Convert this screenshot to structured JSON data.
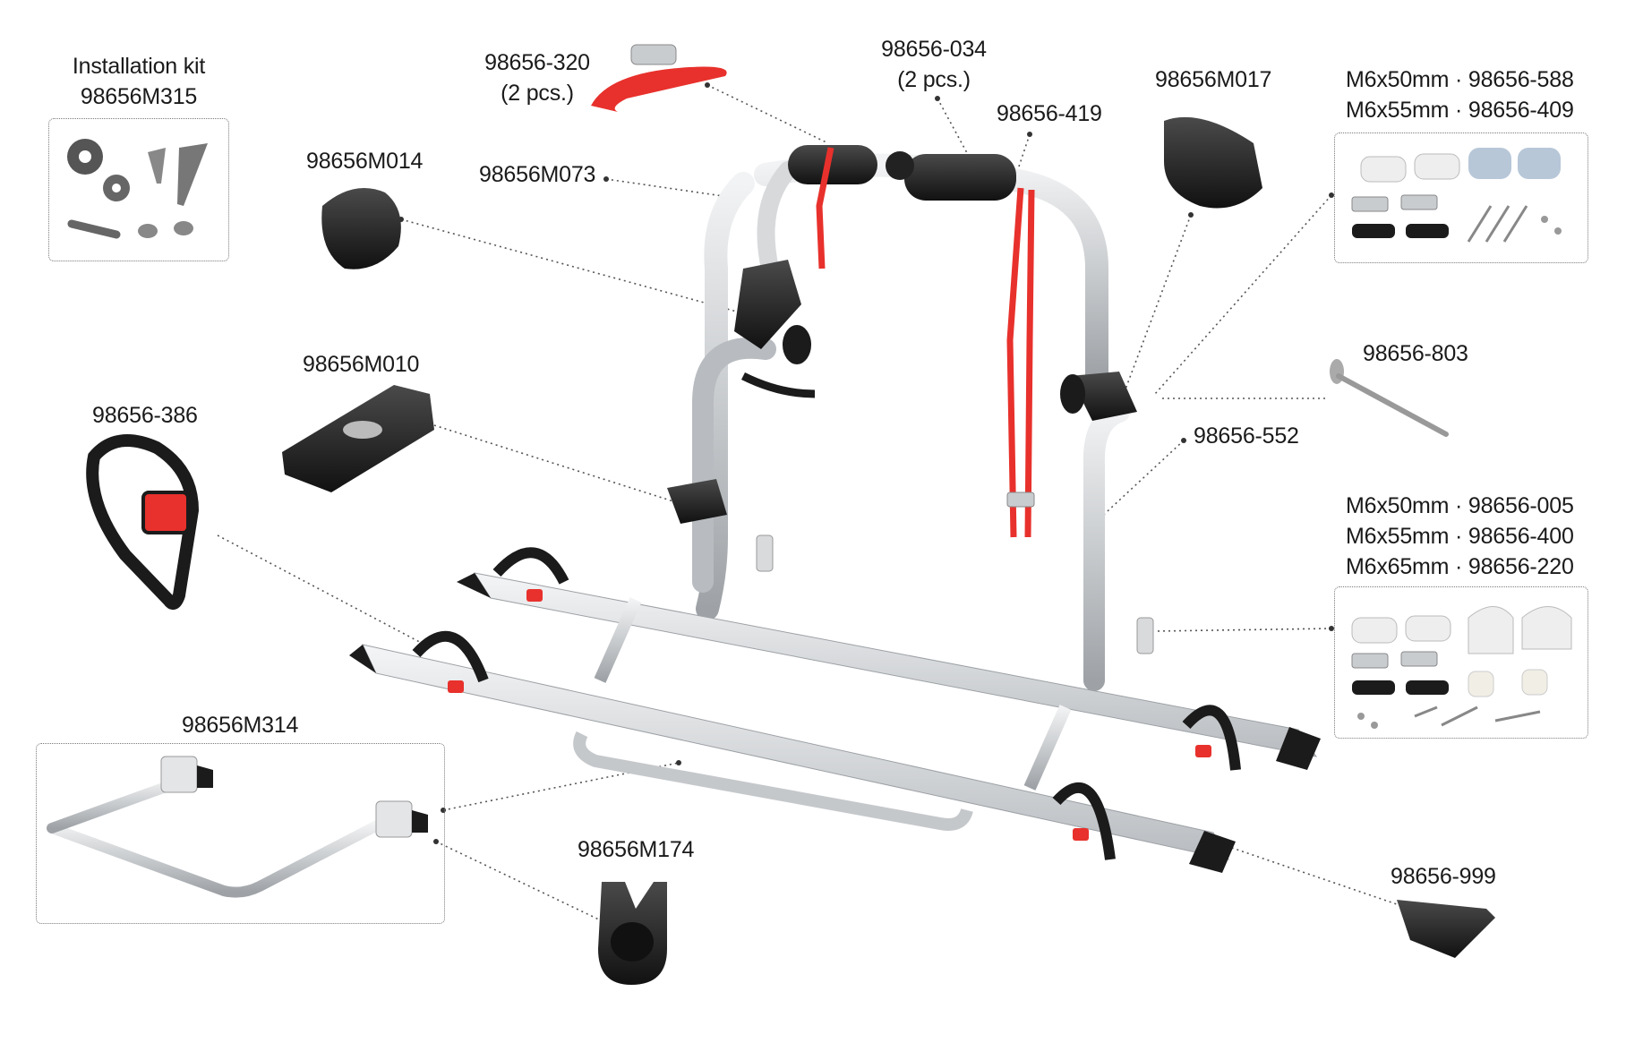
{
  "parts": {
    "installation_kit": {
      "title": "Installation kit",
      "code": "98656M315"
    },
    "strap_320": {
      "code": "98656-320",
      "qty": "(2 pcs.)"
    },
    "pad_034": {
      "code": "98656-034",
      "qty": "(2 pcs.)"
    },
    "strap_419": {
      "code": "98656-419"
    },
    "knob_M017": {
      "code": "98656M017"
    },
    "knob_M014": {
      "code": "98656M014"
    },
    "frame_M073": {
      "code": "98656M073"
    },
    "holder_M010": {
      "code": "98656M010"
    },
    "strap_386": {
      "code": "98656-386"
    },
    "bolt_803": {
      "code": "98656-803"
    },
    "frame_552": {
      "code": "98656-552"
    },
    "bar_M314": {
      "code": "98656M314"
    },
    "clamp_M174": {
      "code": "98656M174"
    },
    "cap_999": {
      "code": "98656-999"
    },
    "upper_kit": {
      "line1": "M6x50mm · 98656-588",
      "line2": "M6x55mm · 98656-409"
    },
    "lower_kit": {
      "line1": "M6x50mm · 98656-005",
      "line2": "M6x55mm · 98656-400",
      "line3": "M6x65mm · 98656-220"
    }
  },
  "colors": {
    "strap_red": "#e8312c",
    "aluminium": "#c9cccf",
    "black_part": "#1b1b1b",
    "leader": "#555555"
  }
}
